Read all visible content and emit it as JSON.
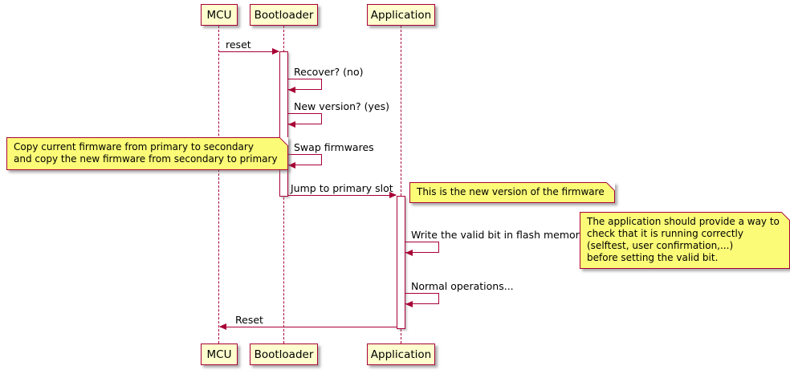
{
  "participants": [
    {
      "name": "MCU"
    },
    {
      "name": "Bootloader"
    },
    {
      "name": "Application"
    }
  ],
  "messages": {
    "reset": "reset",
    "recover": "Recover? (no)",
    "new_version": "New version? (yes)",
    "swap": "Swap firmwares",
    "jump": "Jump to primary slot",
    "write_valid": "Write the valid bit in flash memory",
    "normal_ops": "Normal operations...",
    "reset_back": "Reset"
  },
  "notes": {
    "swap_note": "Copy current firmware from primary to secondary\nand copy the new firmware from secondary to primary",
    "new_fw_note": "This is the new version of the firmware",
    "valid_bit_note": "The application should provide a way to\ncheck that it is running correctly\n(selftest, user confirmation,...)\nbefore setting the valid bit."
  },
  "colors": {
    "border": "#A80036",
    "participant_fill": "#FEFECE",
    "note_fill": "#FBFB77"
  }
}
